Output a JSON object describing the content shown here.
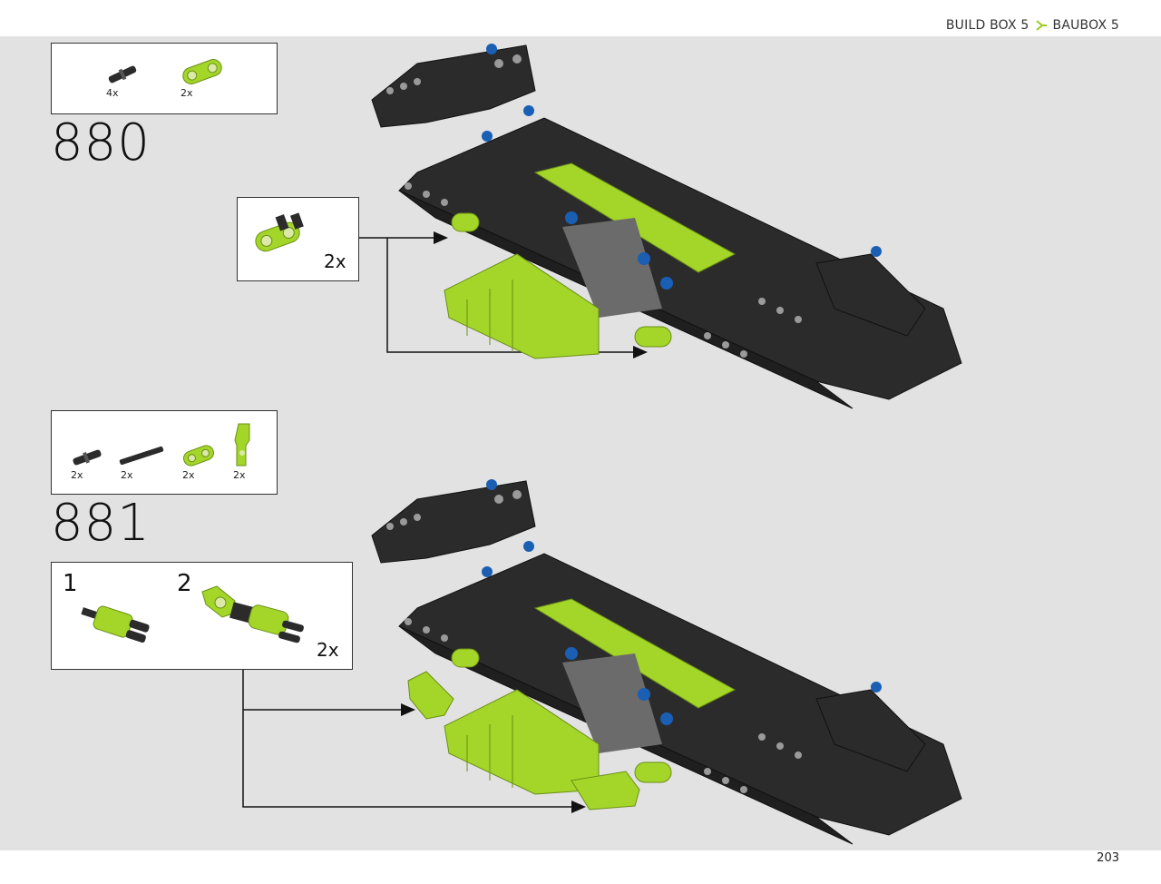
{
  "header": {
    "left": "BUILD BOX 5",
    "right": "BAUBOX 5",
    "accent_color": "#9ccc1f"
  },
  "page_number": "203",
  "steps": [
    {
      "number": "880",
      "parts": [
        {
          "icon": "black-axle-pin-icon",
          "qty": "4x"
        },
        {
          "icon": "lime-connector-icon",
          "qty": "2x"
        }
      ],
      "subassembly": {
        "qty": "2x"
      }
    },
    {
      "number": "881",
      "parts": [
        {
          "icon": "black-axle-pin-icon",
          "qty": "2x"
        },
        {
          "icon": "black-axle-icon",
          "qty": "2x"
        },
        {
          "icon": "lime-connector-icon",
          "qty": "2x"
        },
        {
          "icon": "lime-angle-connector-icon",
          "qty": "2x"
        }
      ],
      "subassembly": {
        "sub1": "1",
        "sub2": "2",
        "qty": "2x"
      }
    }
  ],
  "colors": {
    "lime": "#a3d629",
    "dark": "#2b2b2b",
    "blue": "#1a5fb4",
    "grey": "#9a9a9a"
  }
}
